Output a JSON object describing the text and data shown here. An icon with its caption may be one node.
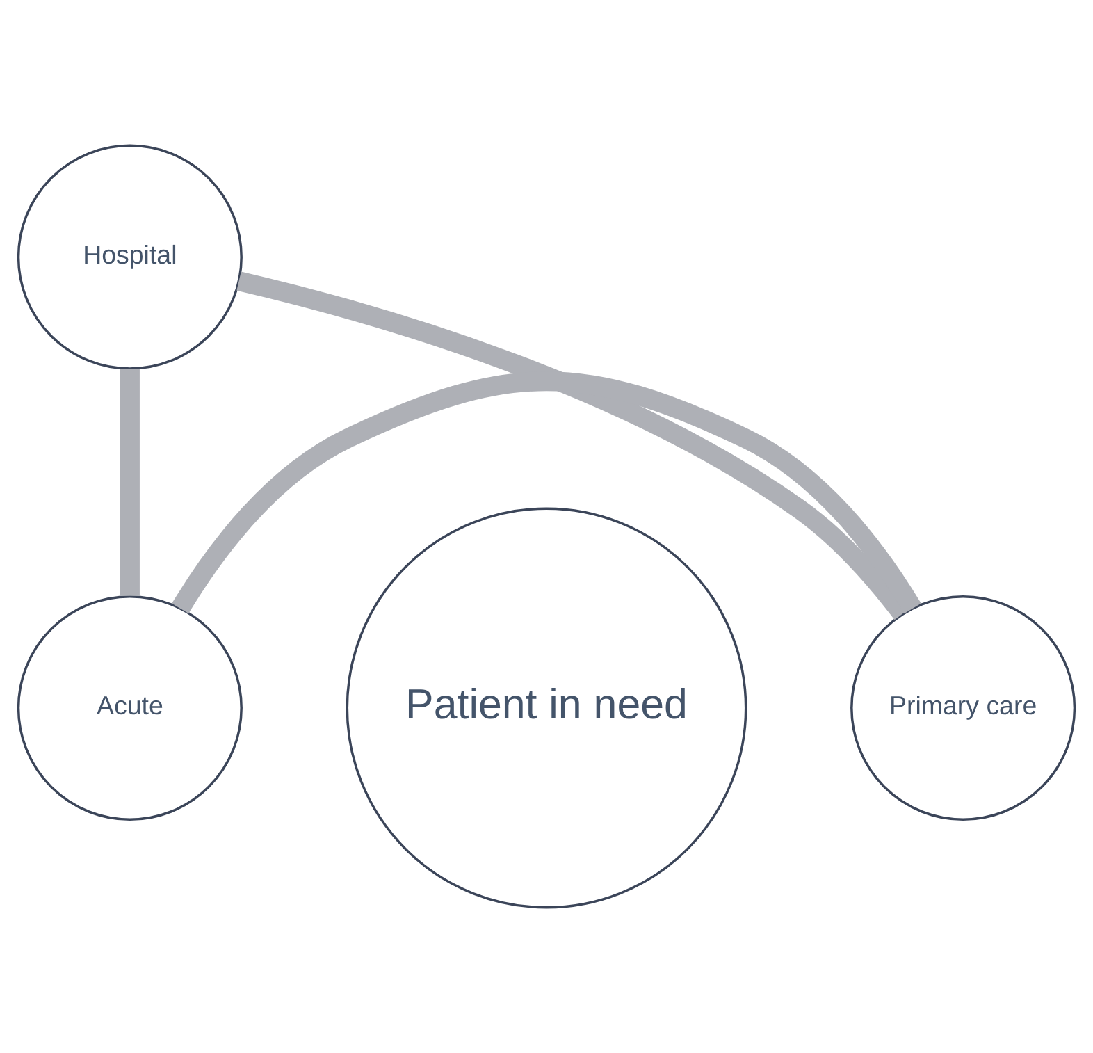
{
  "diagram": {
    "nodes": [
      {
        "text": [
          "Hospital"
        ]
      },
      {
        "text": [
          "Patient in need"
        ]
      },
      {
        "text": [
          "Primary care"
        ]
      },
      {
        "text": [
          "Acute"
        ]
      }
    ],
    "edges": [
      {
        "from": 0,
        "to": 3,
        "arrow": "none"
      },
      {
        "from": 3,
        "to": 2,
        "arrow": "none"
      },
      {
        "from": 2,
        "to": 0,
        "arrow": "none"
      }
    ]
  }
}
